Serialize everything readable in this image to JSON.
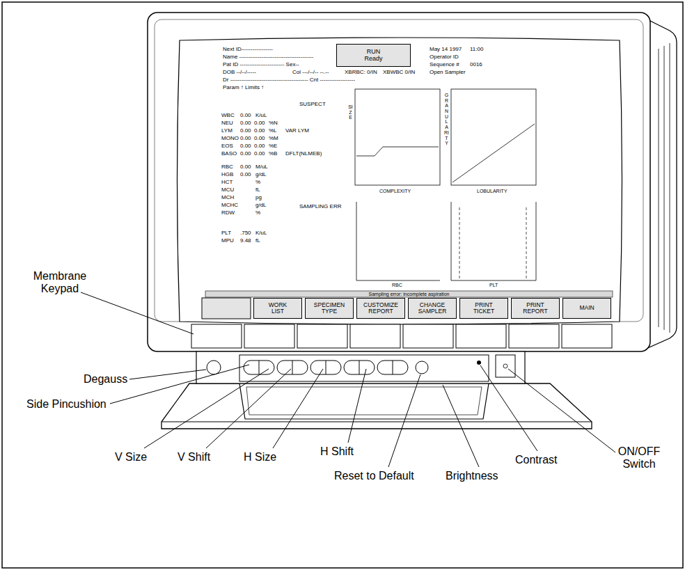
{
  "diagram": {
    "nodes": [
      {
        "text": [
          "RUN",
          "Ready"
        ]
      },
      {
        "text": [
          "WORK LIST"
        ]
      },
      {
        "text": [
          "SPECIMEN TYPE"
        ]
      },
      {
        "text": [
          "CUSTOMIZE REPORT"
        ]
      },
      {
        "text": [
          "CHANGE SAMPLER"
        ]
      },
      {
        "text": [
          "PRINT TICKET"
        ]
      },
      {
        "text": [
          "PRINT REPORT"
        ]
      },
      {
        "text": [
          "MAIN"
        ]
      }
    ],
    "labels": [
      "Next ID-----------------",
      "Name ----------------------------------------",
      "Pat ID ------------------------ Sex--",
      "DOB --/--/-----",
      "Col ---/--/-- --.--",
      "XBRBC: 0/IN",
      "XBWBC 0/IN",
      "Dr ------------------------------------------ Cnt -------------------",
      "Param ↑ Limits ↑",
      "May 14 1997",
      "11:00",
      "Operator ID",
      "Sequence #",
      "0016",
      "Open Sampler",
      "SUSPECT",
      "WBC",
      "0.00",
      "K/uL",
      "NEU",
      "0.00",
      "0.00",
      "%N",
      "LYM",
      "0.00",
      "0.00",
      "%L",
      "VAR LYM",
      "MONO",
      "0.00",
      "0.00",
      "%M",
      "EOS",
      "0.00",
      "0.00",
      "%E",
      "BASO",
      "0.00",
      "0.00",
      "%B",
      "DFLT(NLMEB)",
      "RBC",
      "0.00",
      "M/uL",
      "HGB",
      "0.00",
      "g/dL",
      "HCT",
      "%",
      "MCU",
      "fL",
      "MCH",
      "pg",
      "MCHC",
      "g/dL",
      "SAMPLING ERR",
      "RDW",
      "%",
      "PLT",
      ".750",
      "K/uL",
      "MPU",
      "9.48",
      "fL",
      "SIZE",
      "COMPLEXITY",
      "GRANULARITY",
      "LOBULARITY",
      "RBC",
      "PLT",
      "Sampling error: incomplete aspiration",
      "Membrane Keypad",
      "Degauss",
      "Side Pincushion",
      "V Size",
      "V Shift",
      "H Size",
      "H Shift",
      "Reset to Default",
      "Brightness",
      "Contrast",
      "ON/OFF Switch"
    ]
  }
}
